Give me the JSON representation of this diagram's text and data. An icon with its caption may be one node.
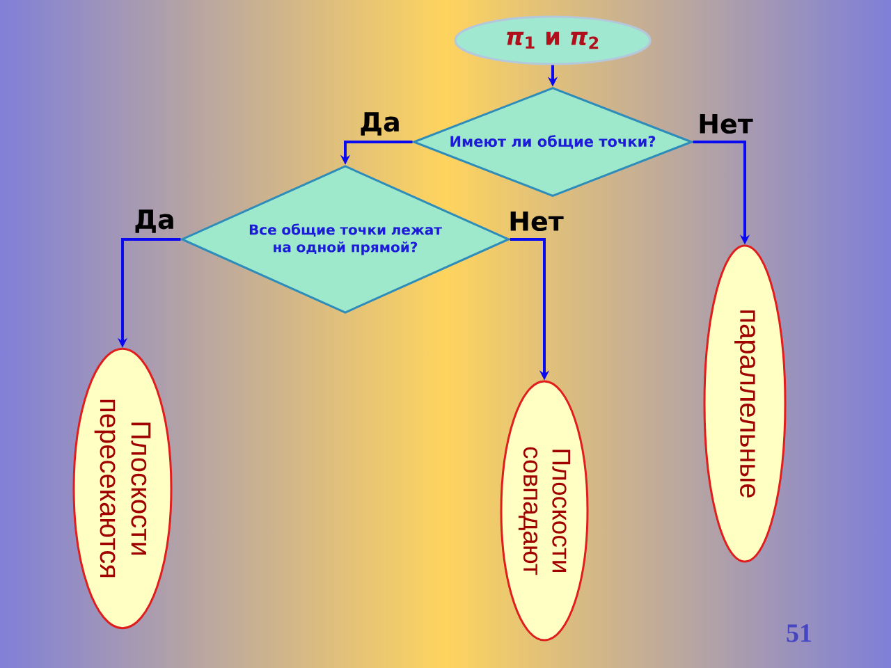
{
  "diagram": {
    "nodes": [
      {
        "text": [
          "*π*$_{1}$ и *π*$_{2}$"
        ]
      },
      {
        "text": [
          "Имеют ли общие точки?"
        ]
      },
      {
        "text": [
          "Все общие точки лежат на одной прямой?"
        ]
      },
      {
        "text": [
          "Плоскости пересекаются"
        ]
      },
      {
        "text": [
          "Плоскости совпадают"
        ]
      },
      {
        "text": [
          "параллельные"
        ]
      }
    ],
    "edges": [
      {
        "from": 0,
        "to": 1,
        "arrow": "to"
      },
      {
        "from": 1,
        "to": 2,
        "arrow": "to",
        "label": "Да"
      },
      {
        "from": 1,
        "to": 5,
        "arrow": "to",
        "label": "Нет"
      },
      {
        "from": 2,
        "to": 3,
        "arrow": "to",
        "label": "Да"
      },
      {
        "from": 2,
        "to": 4,
        "arrow": "to",
        "label": "Нет"
      }
    ],
    "labels": [
      "51"
    ]
  }
}
